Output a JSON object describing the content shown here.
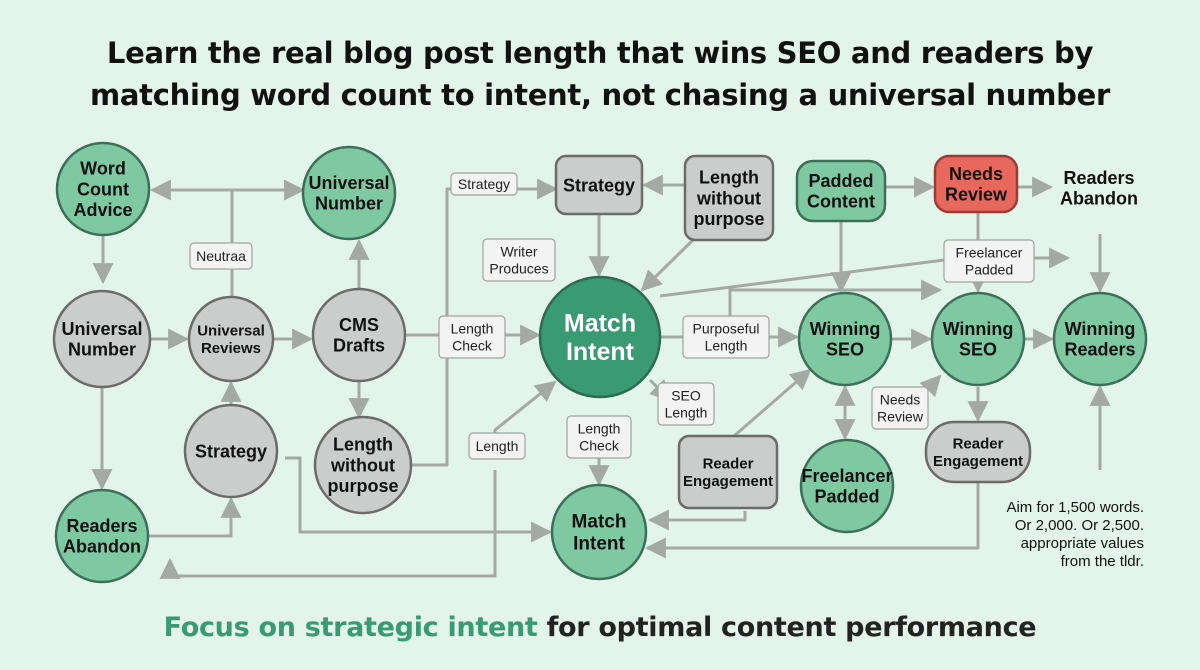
{
  "title": {
    "line1": "Learn the real blog post length that wins SEO and readers by",
    "line2": "matching word count to intent, not chasing a universal number"
  },
  "footer": {
    "highlight": "Focus on strategic intent",
    "rest": " for optimal content performance"
  },
  "colors": {
    "background": "#e3f4ea",
    "green_fill": "#7ec9a2",
    "green_stroke": "#3d6f58",
    "gray_fill": "#cbcccc",
    "gray_stroke": "#6b6b6b",
    "red_fill": "#e8685e",
    "red_stroke": "#9a3b35",
    "hub_fill": "#3a9a72",
    "edge": "#a3aaa6",
    "label_fill": "#f2f3f2"
  },
  "nodes": [
    {
      "id": "word-count-advice",
      "label": "Word|Count|Advice",
      "style": "green"
    },
    {
      "id": "universal-number-top",
      "label": "Universal|Number",
      "style": "green"
    },
    {
      "id": "strategy-top",
      "label": "Strategy",
      "style": "gray-box"
    },
    {
      "id": "length-without-purpose-top",
      "label": "Length|without|purpose",
      "style": "gray-box"
    },
    {
      "id": "padded-content",
      "label": "Padded|Content",
      "style": "green-box"
    },
    {
      "id": "needs-review-top",
      "label": "Needs|Review",
      "style": "red"
    },
    {
      "id": "readers-abandon-top",
      "label": "Readers|Abandon",
      "style": "red"
    },
    {
      "id": "universal-number-left",
      "label": "Universal|Number",
      "style": "gray"
    },
    {
      "id": "universal-reviews",
      "label": "Universal|Reviews",
      "style": "gray"
    },
    {
      "id": "cms-drafts",
      "label": "CMS|Drafts",
      "style": "gray"
    },
    {
      "id": "match-intent-hub",
      "label": "Match|Intent",
      "style": "hub"
    },
    {
      "id": "winning-seo-1",
      "label": "Winning|SEO",
      "style": "green"
    },
    {
      "id": "winning-seo-2",
      "label": "Winning|SEO",
      "style": "green"
    },
    {
      "id": "winning-readers",
      "label": "Winning|Readers",
      "style": "green"
    },
    {
      "id": "strategy-mid",
      "label": "Strategy",
      "style": "gray"
    },
    {
      "id": "length-without-purpose-mid",
      "label": "Length|without|purpose",
      "style": "gray"
    },
    {
      "id": "readers-abandon-bottom",
      "label": "Readers|Abandon",
      "style": "green"
    },
    {
      "id": "match-intent-bottom",
      "label": "Match|Intent",
      "style": "green"
    },
    {
      "id": "reader-engagement-box",
      "label": "Reader|Engagement",
      "style": "gray-box"
    },
    {
      "id": "freelancer-padded",
      "label": "Freelancer|Padded",
      "style": "green"
    },
    {
      "id": "reader-engagement-pill",
      "label": "Reader|Engagement",
      "style": "gray-pill"
    }
  ],
  "edge_labels": [
    {
      "id": "strategy",
      "label": "Strategy"
    },
    {
      "id": "neutraa",
      "label": "Neutraa"
    },
    {
      "id": "writer-produces",
      "label": "Writer|Produces"
    },
    {
      "id": "length-check-left",
      "label": "Length|Check"
    },
    {
      "id": "purposeful-length",
      "label": "Purposeful|Length"
    },
    {
      "id": "seo-length",
      "label": "SEO|Length"
    },
    {
      "id": "length",
      "label": "Length"
    },
    {
      "id": "length-check-bottom",
      "label": "Length|Check"
    },
    {
      "id": "freelancer-padded-label",
      "label": "Freelancer|Padded"
    },
    {
      "id": "needs-review-label",
      "label": "Needs|Review"
    }
  ],
  "note": {
    "lines": [
      "Aim for 1,500 words.",
      "Or 2,000. Or 2,500.",
      "appropriate values",
      "from the tldr."
    ]
  }
}
